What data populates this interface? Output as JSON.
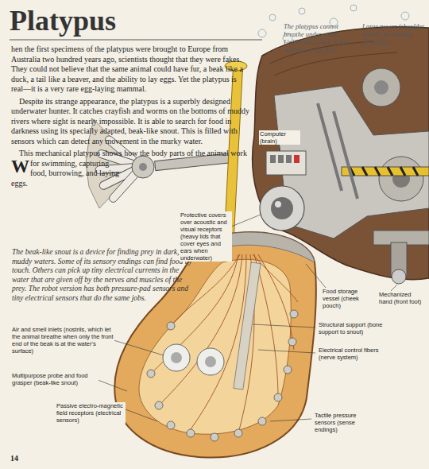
{
  "diagram": {
    "title": "Platypus",
    "caption": "The beak-like snout is a device for finding prey in dark, muddy waters. Some of its sensory endings can find food by touch. Others can pick up tiny electrical currents in the water that are given off by the nerves and muscles of the prey. The robot version has both pressure-pad sensors and tiny electrical sensors that do the same jobs.",
    "labels": [
      "When the first specimens of the platypus were brought to Europe from Australia two hundred years ago, scientists thought that they were fakes. They could not believe that the same animal could have fur, a beak like a duck, a tail like a beaver, and the ability to lay eggs. Yet the platypus is real—it is a very rare egg-laying mammal.",
      "Despite its strange appearance, the platypus is a superbly designed underwater hunter. It catches crayfish and worms on the bottoms of muddy rivers where sight is nearly impossible. It is able to search for food in darkness using its specially adapted, beak-like snout. This is filled with sensors which can detect any movement in the murky water.",
      "This mechanical platypus shows how the body parts of the animal work for swimming, capturing food, burrowing, and laying eggs.",
      "The platypus cannot breathe under water. Unlike this robot, it does not have a snorkel.",
      "Large power (shoulder muscle for moving front legs)",
      "Computer (brain)",
      "Protective covers over acoustic and visual receptors (heavy lids that cover eyes and ears when underwater)",
      "Food storage vessel (cheek pouch)",
      "Mechanized hand (front foot)",
      "Structural support (bone support to snout)",
      "Electrical control fibers (nerve system)",
      "Air and smell inlets (nostrils, which let the animal breathe when only the front end of the beak is at the water's surface)",
      "Multipurpose probe and food grasper (beak-like snout)",
      "Passive electro-magnetic field receptors (electrical sensors)",
      "Tactile pressure sensors (sense endings)",
      "14"
    ]
  }
}
